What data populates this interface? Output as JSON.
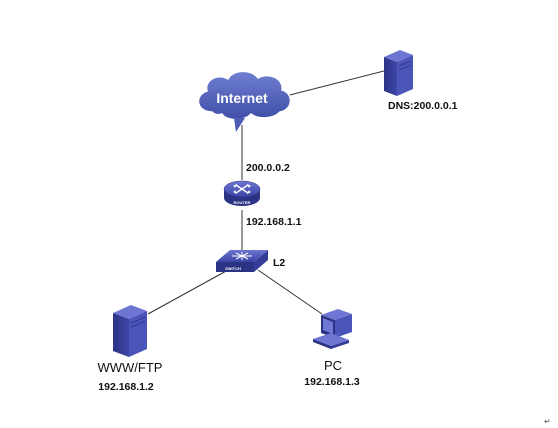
{
  "diagram": {
    "nodes": {
      "internet": {
        "label": "Internet"
      },
      "dns_server": {
        "label": "DNS:200.0.0.1",
        "icon": "server-icon"
      },
      "router": {
        "icon_label": "ROUTER",
        "wan_ip": "200.0.0.2",
        "lan_ip": "192.168.1.1",
        "icon": "router-icon"
      },
      "switch": {
        "icon_label": "SWITCH",
        "label": "L2",
        "icon": "switch-icon"
      },
      "www_ftp_server": {
        "name": "WWW/FTP",
        "ip": "192.168.1.2",
        "icon": "server-icon"
      },
      "pc": {
        "name": "PC",
        "ip": "192.168.1.3",
        "icon": "pc-icon"
      }
    },
    "links": [
      {
        "from": "internet",
        "to": "dns_server"
      },
      {
        "from": "internet",
        "to": "router"
      },
      {
        "from": "router",
        "to": "switch"
      },
      {
        "from": "switch",
        "to": "www_ftp_server"
      },
      {
        "from": "switch",
        "to": "pc"
      }
    ],
    "corner_mark": "↵",
    "colors": {
      "device": "#3d46a8",
      "device_dark": "#2b3384",
      "cloud": "#4a5bb5",
      "line": "#333333"
    }
  }
}
